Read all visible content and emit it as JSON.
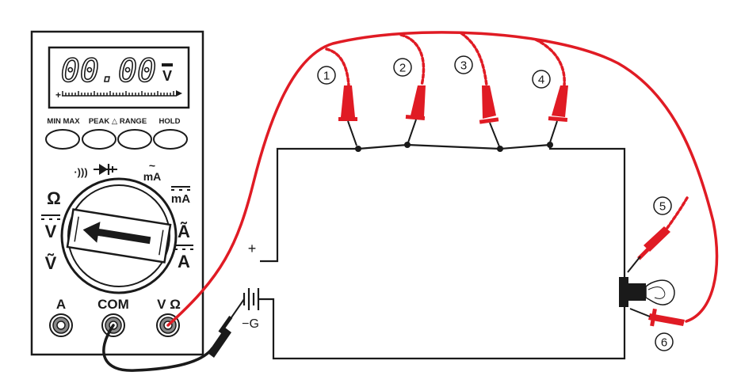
{
  "meter": {
    "display_value": "00.00",
    "display_unit": "V",
    "buttons": [
      "MIN MAX",
      "PEAK △",
      "RANGE",
      "HOLD"
    ],
    "dial_labels": {
      "continuity": "·)))",
      "diode": "▶+",
      "ac_ma": "mA",
      "dc_ma": "mA",
      "ohm": "Ω",
      "dc_v": "V",
      "ac_v": "Ṽ",
      "ac_a": "Ã",
      "dc_a": "A"
    },
    "jacks": [
      "A",
      "COM",
      "V Ω"
    ]
  },
  "circuit": {
    "plus_label": "+",
    "ground_label": "−G"
  },
  "probe_points": [
    "1",
    "2",
    "3",
    "4",
    "5",
    "6"
  ],
  "colors": {
    "probe_red": "#e01b24",
    "probe_black": "#1a1a1a",
    "wire": "#1a1a1a"
  }
}
